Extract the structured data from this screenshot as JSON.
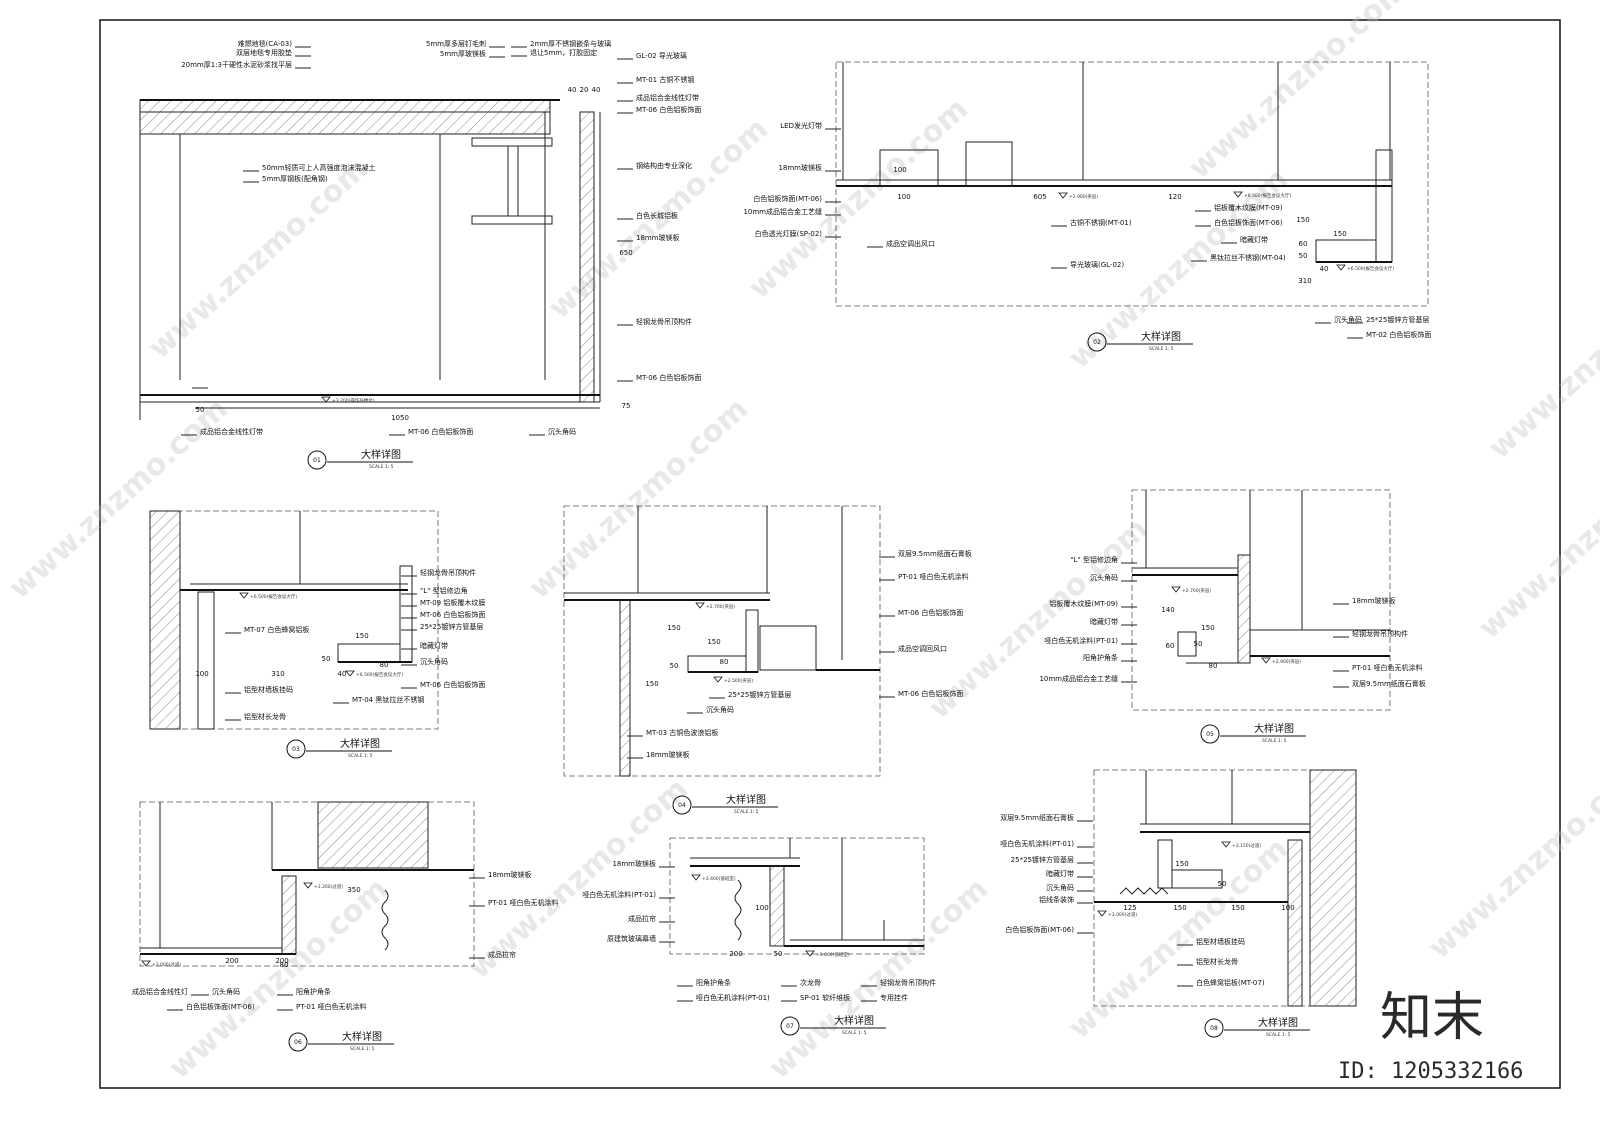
{
  "brand": {
    "logo_text": "知末",
    "id_text": "ID: 1205332166",
    "watermark": "www.znzmo.com"
  },
  "details": [
    {
      "num": "01",
      "title": "大样详图",
      "scale": "SCALE 1: 5",
      "labels": [
        "难燃地毯(CA-03)",
        "双层地毯专用胶垫",
        "20mm厚1:3干硬性水泥砂浆找平层",
        "5mm厚多层钉毛刺",
        "5mm厚玻镁板",
        "2mm厚不锈钢嵌条与玻璃",
        "退让5mm，打胶固定",
        "GL-02 导光玻璃",
        "MT-01 古铜不锈钢",
        "成品铝合金线性灯带",
        "MT-06 白色铝板饰面",
        "钢结构由专业深化",
        "白色长城铝板",
        "18mm玻镁板",
        "轻钢龙骨吊顶构件",
        "MT-06 白色铝板饰面",
        "50mm轻质可上人高强度泡沫混凝土",
        "5mm厚钢板(配角钢)",
        "成品铝合金线性灯带",
        "MT-06 白色铝板饰面",
        "沉头角码"
      ],
      "dims": [
        "40",
        "20",
        "40",
        "650",
        "75",
        "50",
        "1050"
      ],
      "level": "+3.200(操作层楼位)"
    },
    {
      "num": "02",
      "title": "大样详图",
      "scale": "SCALE 1: 5",
      "labels": [
        "LED发光灯带",
        "18mm玻镁板",
        "白色铝板饰面(MT-06)",
        "10mm成品铝合金工艺缝",
        "白色透光灯膜(SP-02)",
        "成品空调出风口",
        "古铜不锈钢(MT-01)",
        "导光玻璃(GL-02)",
        "铝板覆木纹膜(MT-09)",
        "白色铝板饰面(MT-06)",
        "暗藏灯带",
        "黑钛拉丝不锈钢(MT-04)",
        "沉头角码",
        "25*25镀锌方管基层",
        "MT-02 白色铝板饰面"
      ],
      "dims": [
        "100",
        "100",
        "605",
        "120",
        "150",
        "150",
        "40",
        "310",
        "50",
        "60"
      ],
      "levels": [
        "+2.900(夹层)",
        "+6.500(报告会议大厅)",
        "+6.500(报告会议大厅)"
      ]
    },
    {
      "num": "03",
      "title": "大样详图",
      "scale": "SCALE 1: 5",
      "labels": [
        "轻钢龙骨吊顶构件",
        "\"L\" 型铝修边角",
        "MT-09 铝板覆木纹膜",
        "MT-06 白色铝板饰面",
        "25*25镀锌方管基层",
        "暗藏灯带",
        "沉头角码",
        "MT-06 白色铝板饰面",
        "MT-04 黑钛拉丝不锈钢",
        "MT-07 白色蜂窝铝板",
        "铝型材墙板挂码",
        "铝型材长龙骨"
      ],
      "dims": [
        "150",
        "50",
        "80",
        "310",
        "100",
        "40"
      ],
      "levels": [
        "+6.500(报告会议大厅)",
        "+6.500(报告会议大厅)"
      ]
    },
    {
      "num": "04",
      "title": "大样详图",
      "scale": "SCALE 1: 5",
      "labels": [
        "双层9.5mm纸面石膏板",
        "PT-01 哑白色无机涂料",
        "MT-06 白色铝板饰面",
        "成品空调回风口",
        "MT-06 白色铝板饰面",
        "25*25镀锌方管基层",
        "沉头角码",
        "MT-03 古铜色波浪铝板",
        "18mm玻镁板"
      ],
      "dims": [
        "150",
        "150",
        "50",
        "80",
        "150"
      ],
      "levels": [
        "+2.700(夹层)",
        "+2.500(夹层)"
      ]
    },
    {
      "num": "05",
      "title": "大样详图",
      "scale": "SCALE 1: 5",
      "labels": [
        "\"L\" 型铝修边角",
        "沉头角码",
        "铝板覆木纹膜(MT-09)",
        "暗藏灯带",
        "哑白色无机涂料(PT-01)",
        "阳角护角条",
        "10mm成品铝合金工艺缝",
        "18mm玻镁板",
        "轻钢龙骨吊顶构件",
        "PT-01 哑白色无机涂料",
        "双层9.5mm纸面石膏板"
      ],
      "dims": [
        "140",
        "150",
        "60",
        "50",
        "80"
      ],
      "levels": [
        "+2.700(夹层)",
        "+2.900(夹层)"
      ]
    },
    {
      "num": "06",
      "title": "大样详图",
      "scale": "SCALE 1: 5",
      "labels": [
        "18mm玻镁板",
        "PT-01 哑白色无机涂料",
        "成品拉帘",
        "成品铝合金线性灯",
        "沉头角码",
        "阳角护角条",
        "白色铝板饰面(MT-06)",
        "PT-01 哑白色无机涂料"
      ],
      "dims": [
        "350",
        "200",
        "200",
        "80"
      ],
      "levels": [
        "+3.200(过道)",
        "+3.000(过道)"
      ]
    },
    {
      "num": "07",
      "title": "大样详图",
      "scale": "SCALE 1: 5",
      "labels": [
        "18mm玻镁板",
        "哑白色无机涂料(PT-01)",
        "成品拉帘",
        "原建筑玻璃幕墙",
        "阳角护角条",
        "哑白色无机涂料(PT-01)",
        "次龙骨",
        "SP-01 软纤维板",
        "轻钢龙骨吊顶构件",
        "专用挂件"
      ],
      "dims": [
        "200",
        "50",
        "100"
      ],
      "levels": [
        "+3.400(值班室)",
        "+3.000(值班室)"
      ]
    },
    {
      "num": "08",
      "title": "大样详图",
      "scale": "SCALE 1: 5",
      "labels": [
        "双层9.5mm纸面石膏板",
        "哑白色无机涂料(PT-01)",
        "25*25镀锌方管基层",
        "暗藏灯带",
        "沉头角码",
        "铝线条装饰",
        "白色铝板饰面(MT-06)",
        "铝型材墙板挂码",
        "铝型材长龙骨",
        "白色蜂窝铝板(MT-07)"
      ],
      "dims": [
        "150",
        "125",
        "150",
        "150",
        "100",
        "50"
      ],
      "levels": [
        "+3.150(过道)",
        "+3.000(过道)"
      ]
    }
  ]
}
